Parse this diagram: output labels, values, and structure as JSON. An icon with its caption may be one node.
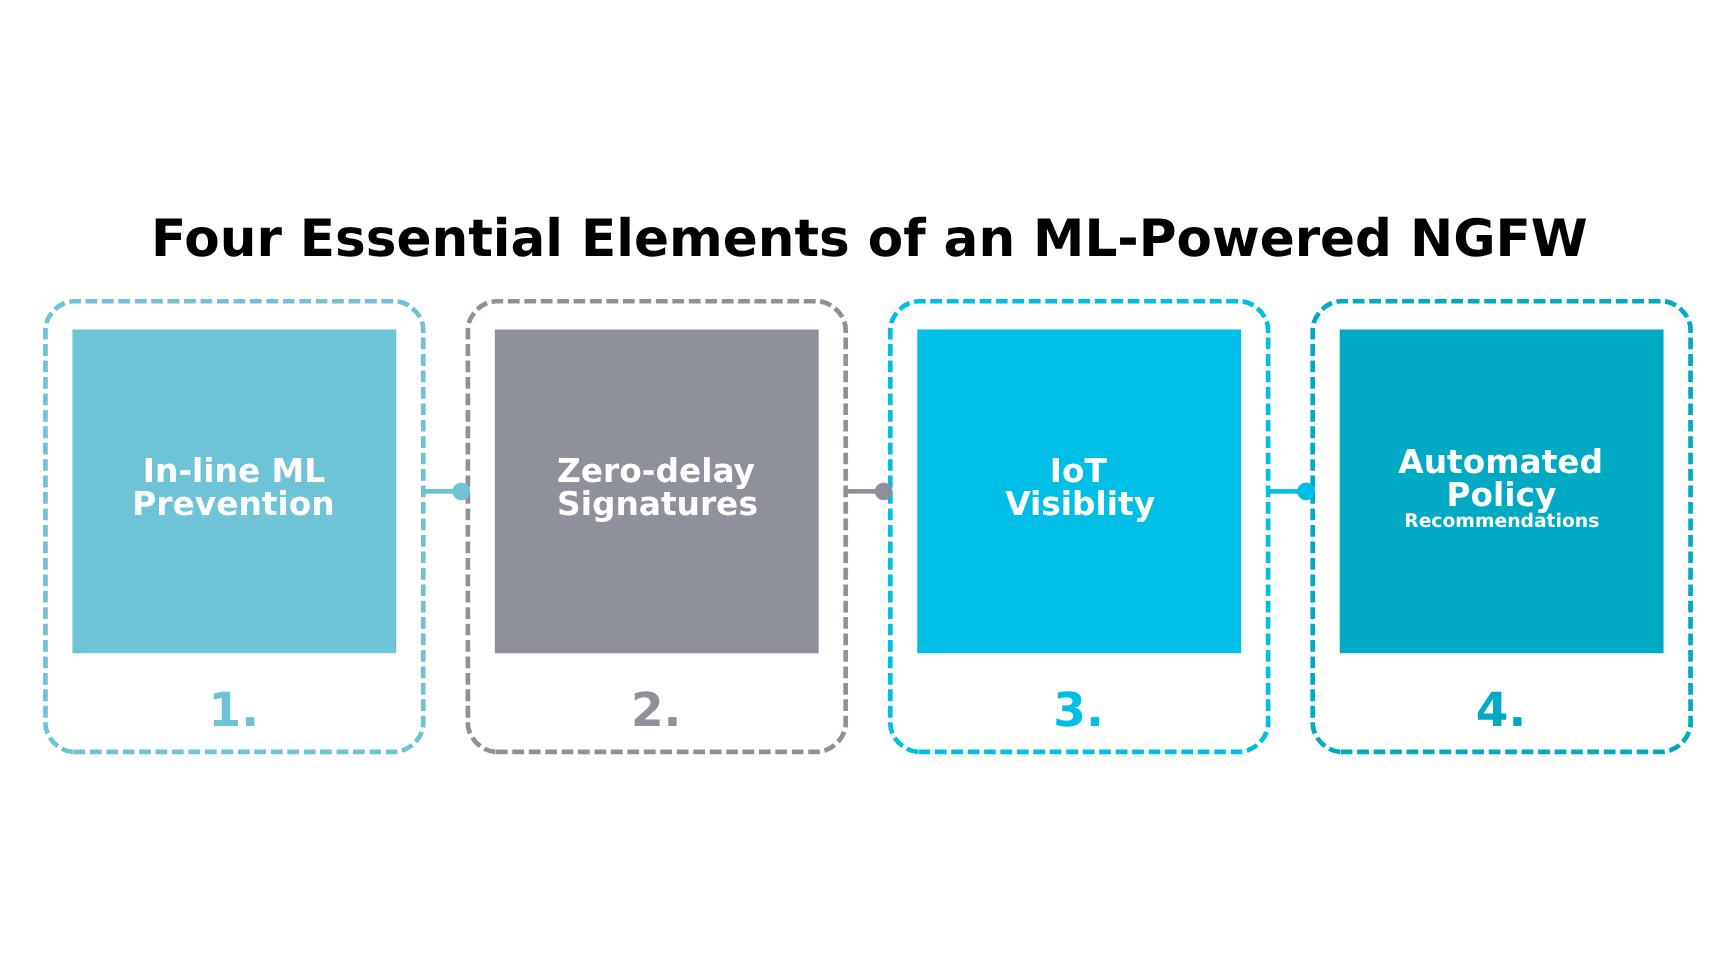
{
  "diagram": {
    "title": "Four Essential Elements of an ML-Powered NGFW",
    "nodes": [
      {
        "text": [],
        "shape": "box",
        "beside": [
          "1."
        ]
      },
      {
        "text": [
          "In-line ML Prevention"
        ],
        "in": 0
      },
      {
        "text": [],
        "shape": "box",
        "beside": [
          "2."
        ]
      },
      {
        "text": [
          "Zero-delay Signatures"
        ],
        "in": 2
      },
      {
        "text": [],
        "shape": "box",
        "beside": [
          "3."
        ]
      },
      {
        "text": [
          "IoT Visiblity"
        ],
        "in": 4
      },
      {
        "text": [],
        "shape": "box",
        "beside": [
          "4."
        ]
      },
      {
        "text": [
          "Automated Policy",
          "Recommendations"
        ],
        "in": 6
      }
    ],
    "edges": [
      {
        "from": 0,
        "to": 2,
        "arrow": "other",
        "color": "#6fc3d6"
      },
      {
        "from": 2,
        "to": 4,
        "arrow": "other",
        "color": "#8e9199"
      },
      {
        "from": 4,
        "to": 6,
        "arrow": "other",
        "color": "#00bfe6"
      }
    ]
  }
}
